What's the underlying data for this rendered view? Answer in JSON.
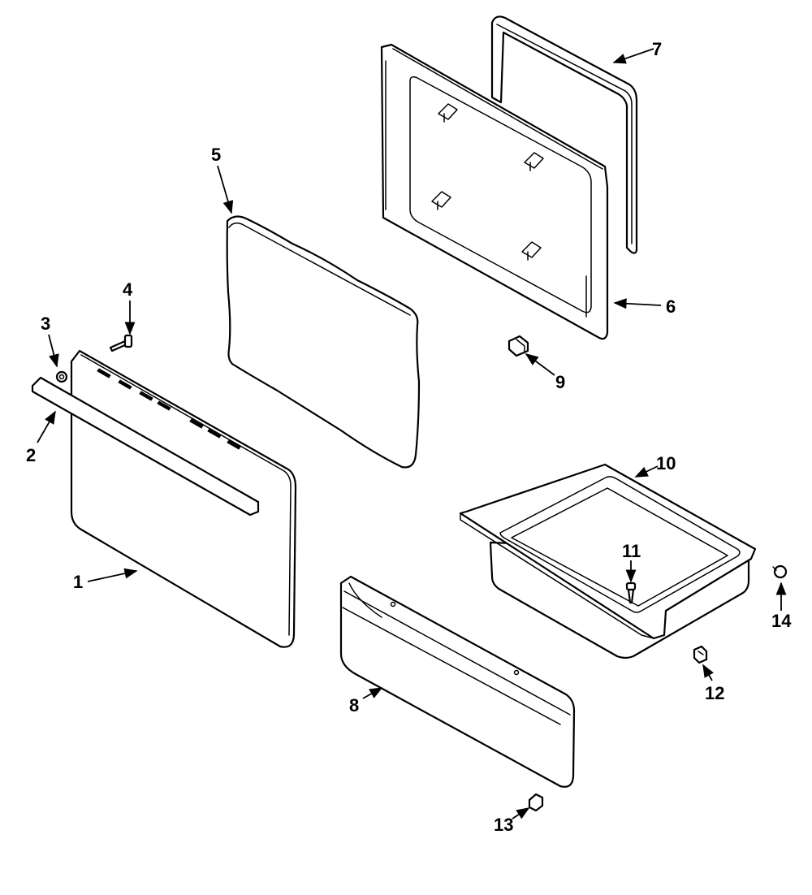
{
  "callouts": [
    "1",
    "2",
    "3",
    "4",
    "5",
    "6",
    "7",
    "8",
    "9",
    "10",
    "11",
    "12",
    "13",
    "14"
  ]
}
